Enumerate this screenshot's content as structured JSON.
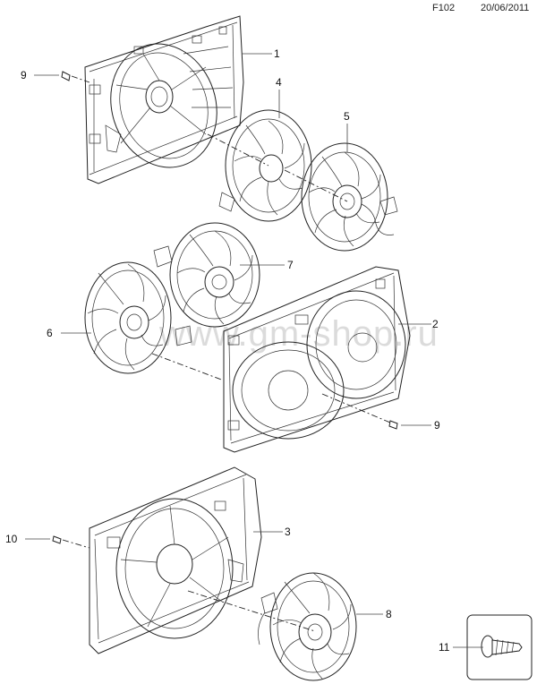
{
  "header": {
    "diagram_code": "F102",
    "date": "20/06/2011"
  },
  "watermark": "www.gm-shop.ru",
  "callouts": [
    {
      "id": "c1",
      "label": "1"
    },
    {
      "id": "c2",
      "label": "2"
    },
    {
      "id": "c3",
      "label": "3"
    },
    {
      "id": "c4",
      "label": "4"
    },
    {
      "id": "c5",
      "label": "5"
    },
    {
      "id": "c6",
      "label": "6"
    },
    {
      "id": "c7",
      "label": "7"
    },
    {
      "id": "c8",
      "label": "8"
    },
    {
      "id": "c9a",
      "label": "9"
    },
    {
      "id": "c9b",
      "label": "9"
    },
    {
      "id": "c10",
      "label": "10"
    },
    {
      "id": "c11",
      "label": "11"
    }
  ]
}
